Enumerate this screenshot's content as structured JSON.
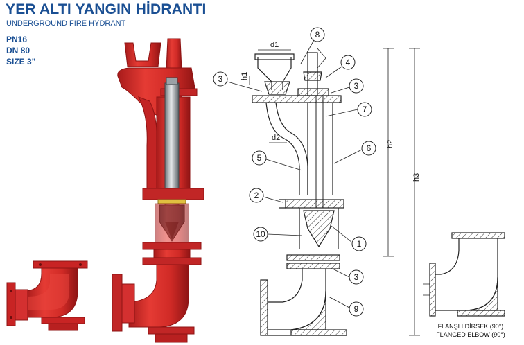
{
  "header": {
    "title": "YER ALTI YANGIN HİDRANTI",
    "subtitle": "UNDERGROUND FIRE HYDRANT"
  },
  "specs": [
    "PN16",
    "DN 80",
    "SIZE 3”"
  ],
  "callouts": [
    "8",
    "4",
    "3",
    "3",
    "7",
    "6",
    "5",
    "2",
    "10",
    "1",
    "3",
    "9"
  ],
  "dimensions": {
    "d1": "d1",
    "h1": "h1",
    "d2": "d2",
    "h2": "h2",
    "h3": "h3"
  },
  "elbow_caption": {
    "line1": "FLANŞLI DİRSEK (90°)",
    "line2": "FLANGED ELBOW (90°)"
  },
  "colors": {
    "brand_blue": "#1a4f93",
    "hydrant_red": "#d42a2a",
    "hydrant_red_dark": "#9e1717",
    "line_dark": "#222222"
  }
}
